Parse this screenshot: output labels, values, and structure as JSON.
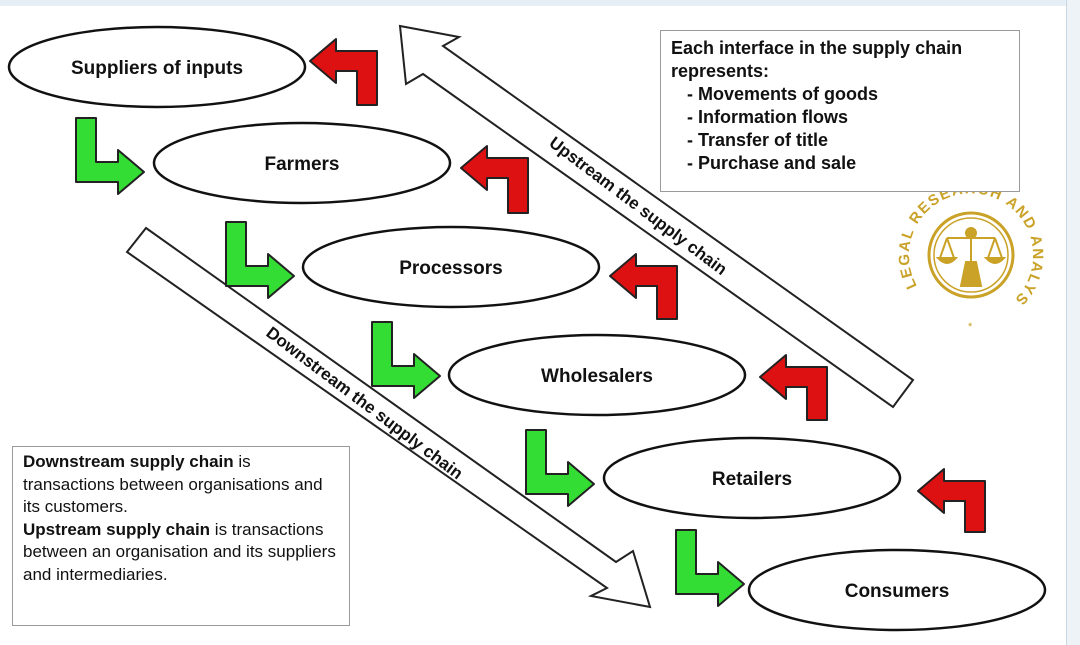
{
  "nodes": [
    {
      "id": "suppliers",
      "label": "Suppliers of inputs"
    },
    {
      "id": "farmers",
      "label": "Farmers"
    },
    {
      "id": "processors",
      "label": "Processors"
    },
    {
      "id": "wholesalers",
      "label": "Wholesalers"
    },
    {
      "id": "retailers",
      "label": "Retailers"
    },
    {
      "id": "consumers",
      "label": "Consumers"
    }
  ],
  "upstream_label": "Upstream the supply chain",
  "downstream_label": "Downstream the supply chain",
  "info": {
    "intro": "Each interface in the supply chain represents:",
    "items": [
      "Movements of goods",
      "Information flows",
      "Transfer of title",
      "Purchase and sale"
    ]
  },
  "definitions": {
    "downstream_term": "Downstream supply chain",
    "downstream_text": " is transactions between organisations and its customers.",
    "upstream_term": "Upstream supply chain",
    "upstream_text": " is transactions between an organisation and its suppliers and intermediaries."
  },
  "logo": {
    "text": "LEGAL RESEARCH AND ANALYSIS"
  },
  "colors": {
    "downstream_arrow": "#33dd33",
    "upstream_arrow": "#dd1111",
    "arrow_outline": "#222222",
    "logo": "#c9a227"
  }
}
